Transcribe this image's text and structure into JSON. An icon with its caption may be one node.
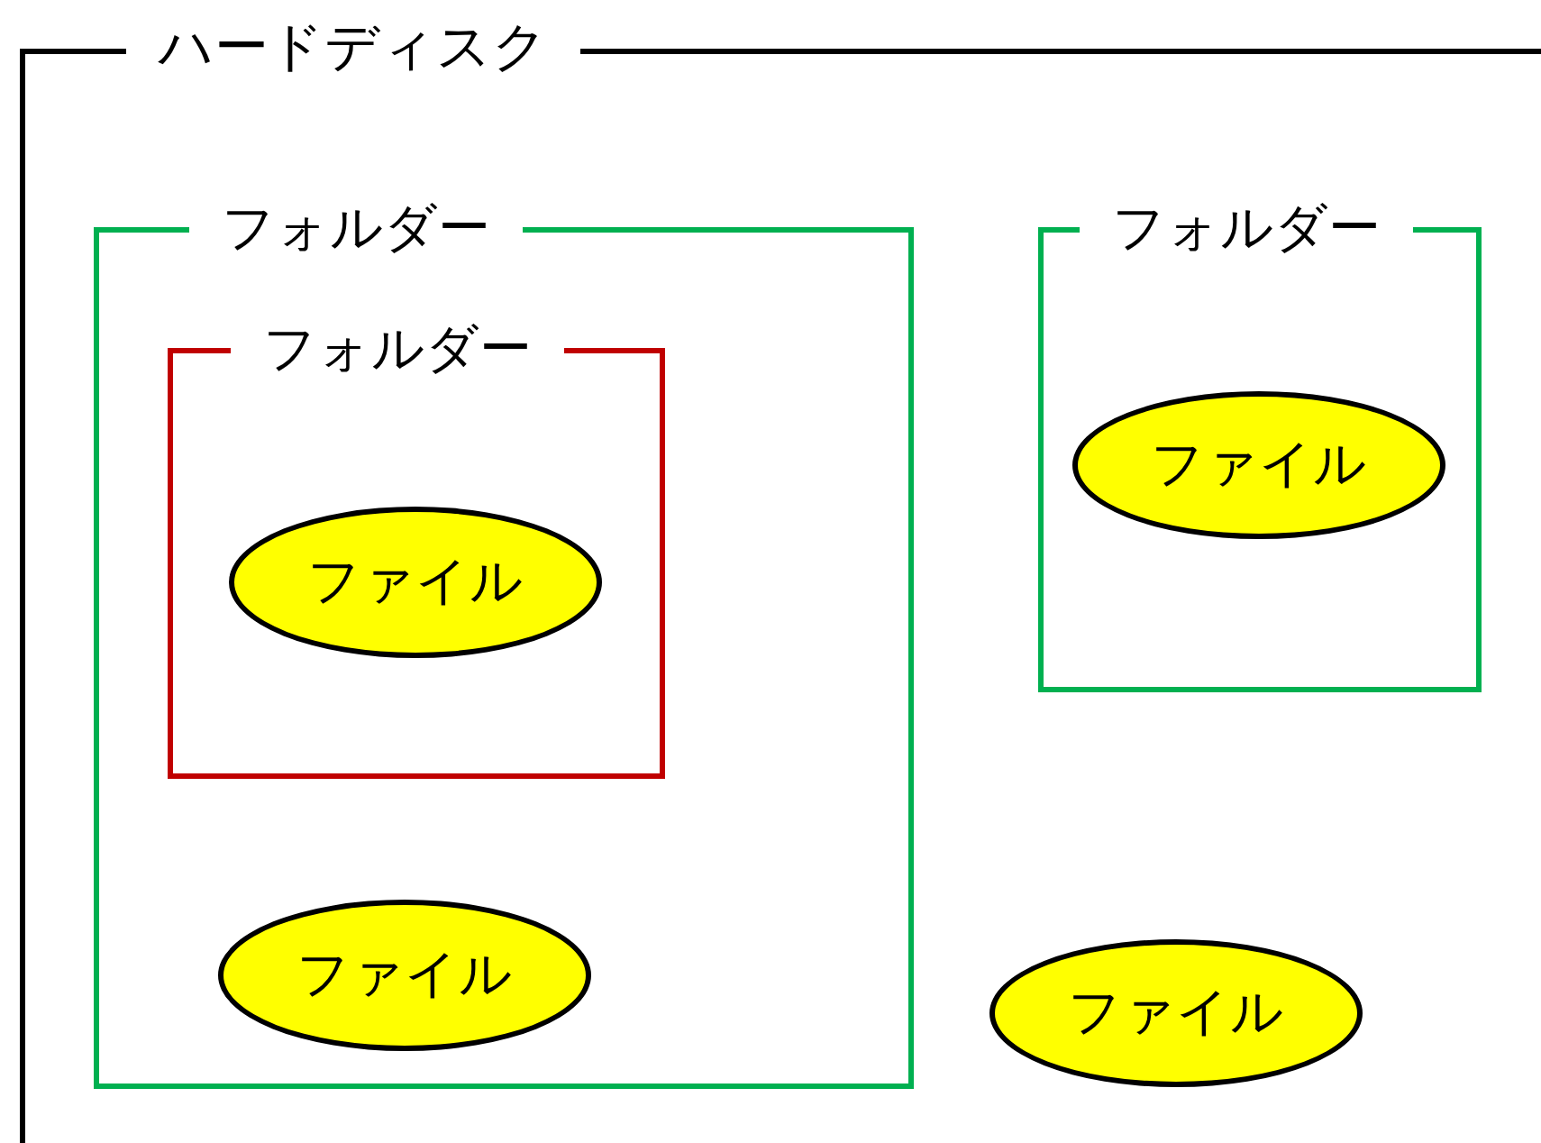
{
  "diagram": {
    "nodes": [
      {
        "text": [
          "ハードディスク"
        ]
      },
      {
        "text": [
          "フォルダー"
        ],
        "in": 0
      },
      {
        "text": [
          "フォルダー"
        ],
        "in": 1
      },
      {
        "text": [
          "ファイル"
        ],
        "in": 2
      },
      {
        "text": [
          "ファイル"
        ],
        "in": 1
      },
      {
        "text": [
          "フォルダー"
        ],
        "in": 0
      },
      {
        "text": [
          "ファイル"
        ],
        "in": 5
      },
      {
        "text": [
          "ファイル"
        ],
        "in": 0
      }
    ]
  }
}
